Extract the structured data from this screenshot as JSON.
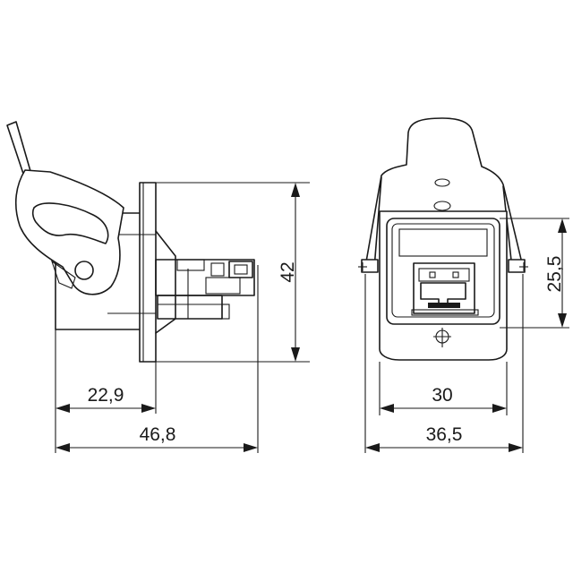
{
  "dimensions": {
    "side_view": {
      "height": "42",
      "front_depth": "22,9",
      "total_depth": "46,8"
    },
    "front_view": {
      "inner_height": "25,5",
      "inner_width": "30",
      "outer_width": "36,5"
    }
  }
}
